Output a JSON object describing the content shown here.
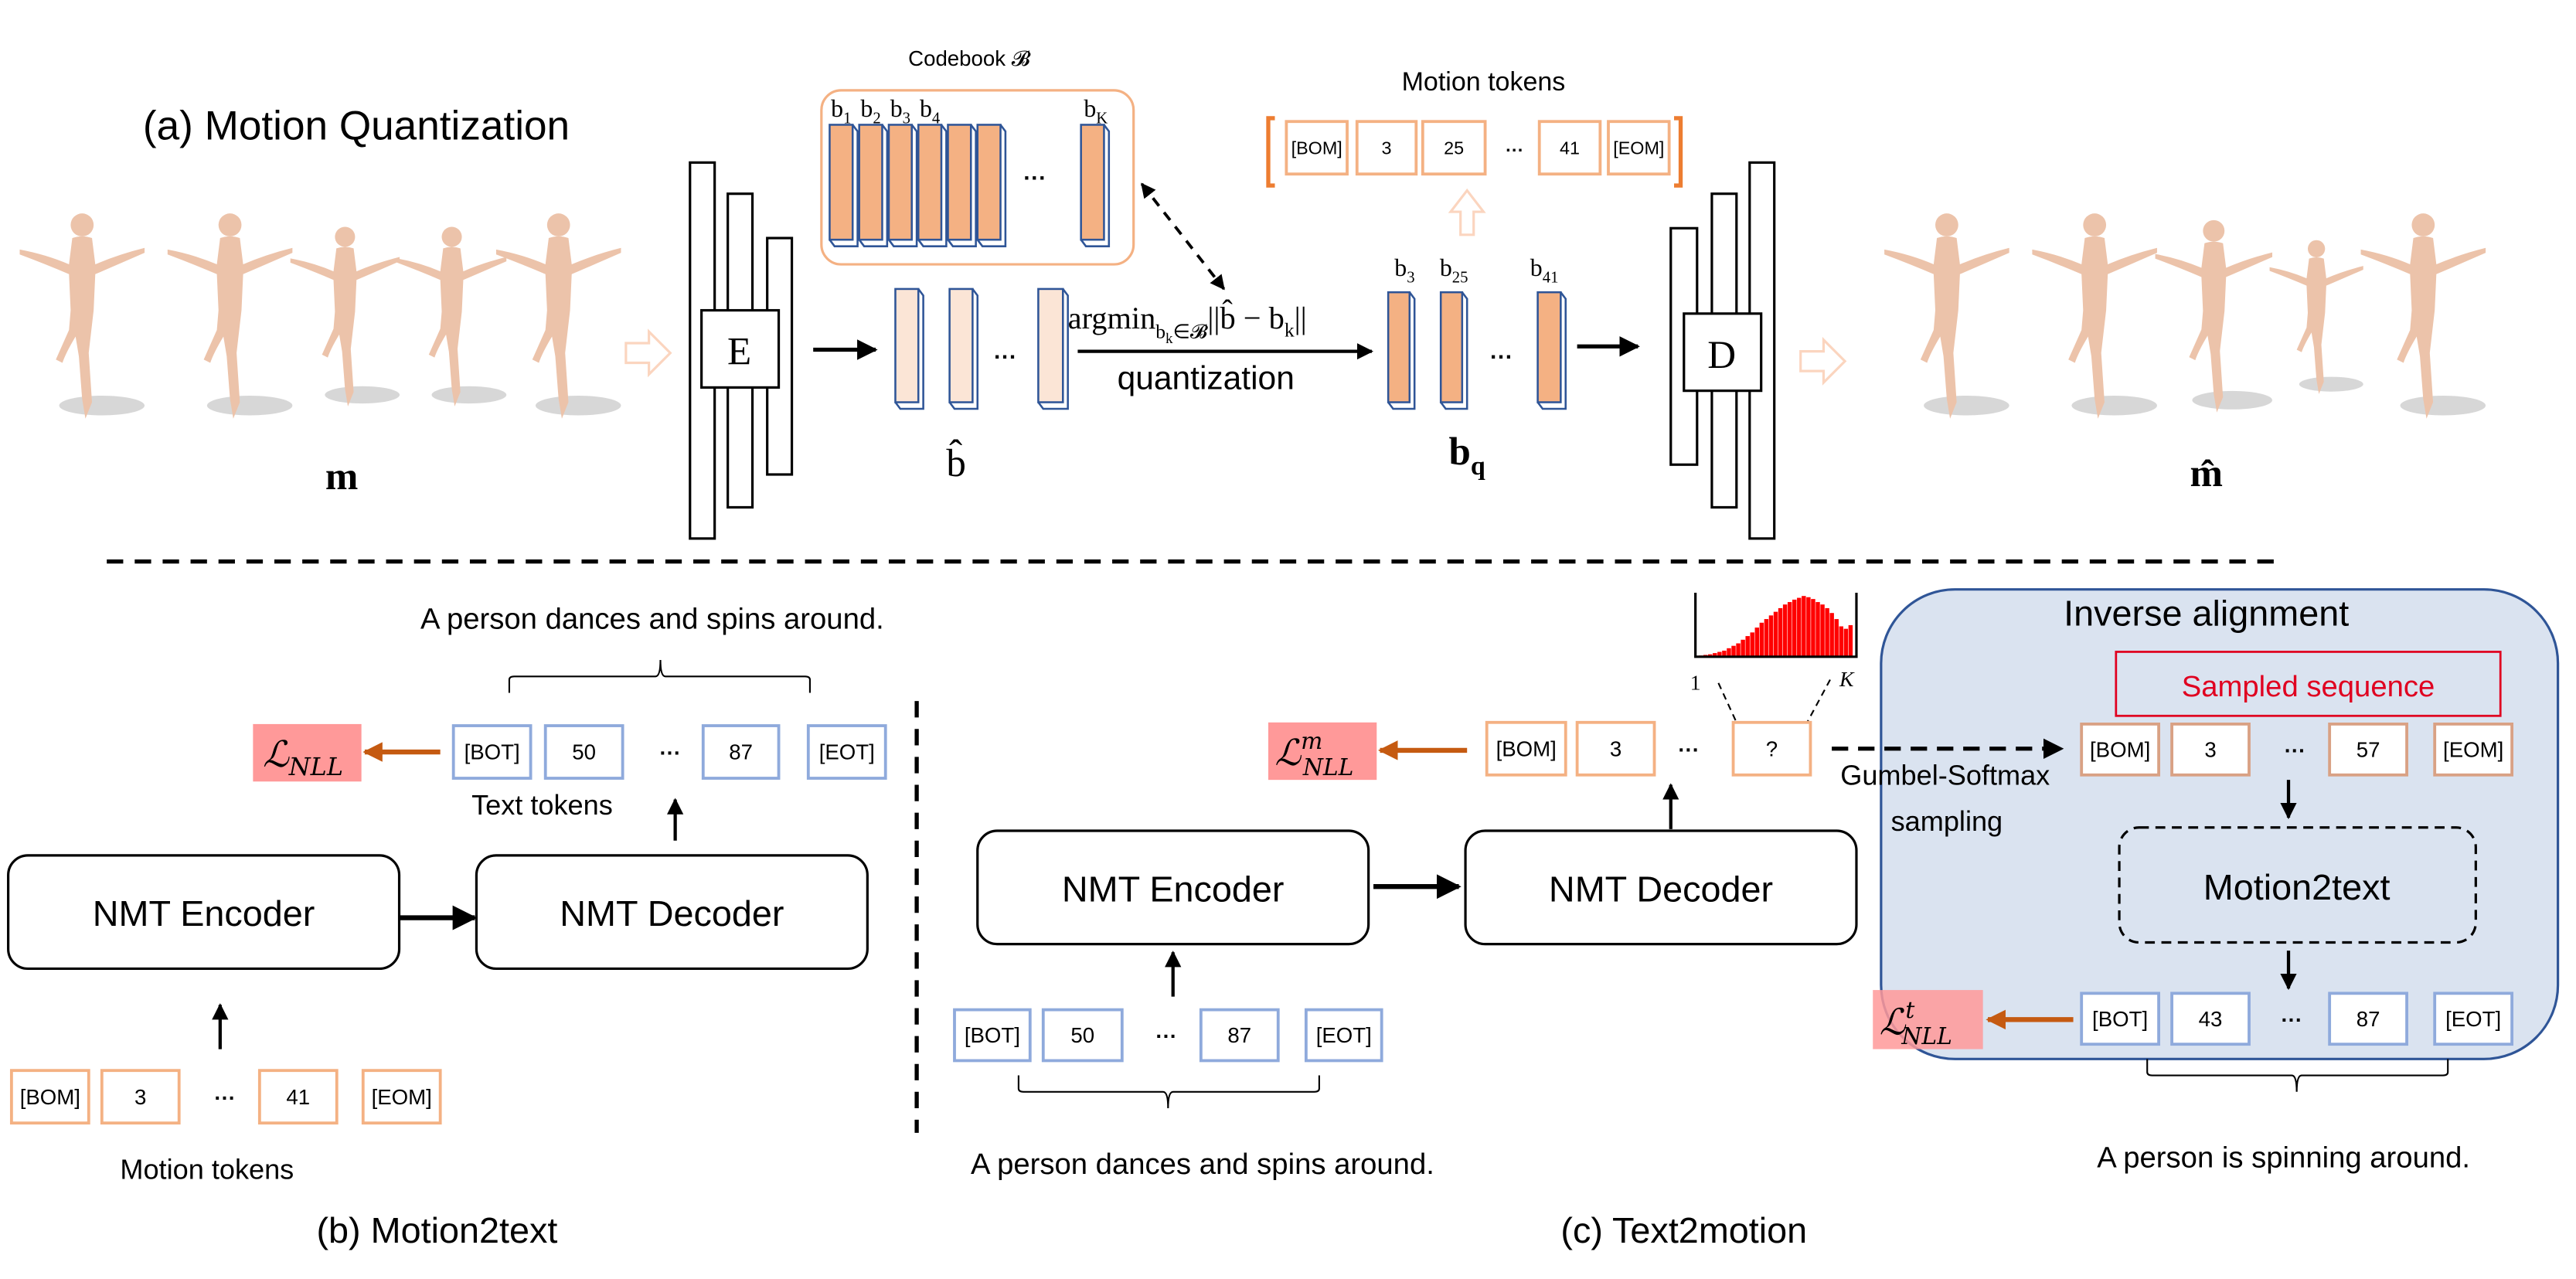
{
  "colors": {
    "motion_token_border": "#f4b183",
    "text_token_border": "#8faadc",
    "codebook_fill": "#f4b183",
    "codebook_edge": "#2f5597",
    "bhat_fill": "#fbe5d6",
    "loss_fill": "#ff9999",
    "loss_fill_inside": "#e8878f",
    "loss_arrow": "#c55a11",
    "inverse_alignment_fill": "#dae3f0",
    "inverse_alignment_border": "#2f5597",
    "sampled_sequence_red": "#e00020",
    "histogram_red": "#ff0000",
    "figure_skin": "#e9b99c"
  },
  "part_a": {
    "title": "(a) Motion Quantization",
    "input_label": "m",
    "output_label": "m̂",
    "encoder_label": "E",
    "decoder_label": "D",
    "codebook_label": "Codebook 𝓑",
    "codebook_entries": [
      {
        "base": "b",
        "sub": "1"
      },
      {
        "base": "b",
        "sub": "2"
      },
      {
        "base": "b",
        "sub": "3"
      },
      {
        "base": "b",
        "sub": "4"
      },
      {
        "base": "b",
        "sub": "K"
      }
    ],
    "ellipsis": "···",
    "bhat_label": "b̂",
    "argmin": {
      "op": "argmin",
      "sub": "b",
      "subsub": "k",
      "sub_rest": "∈𝓑",
      "expr": "||b̂ − b",
      "expr_sub": "k",
      "expr_end": "||"
    },
    "quantization_label": "quantization",
    "quantized_entries": [
      {
        "base": "b",
        "sub": "3"
      },
      {
        "base": "b",
        "sub": "25"
      },
      {
        "base": "b",
        "sub": "41"
      }
    ],
    "bq_label": {
      "base": "b",
      "sub": "q"
    },
    "motion_tokens_label": "Motion tokens",
    "motion_tokens": [
      "[BOM]",
      "3",
      "25",
      "···",
      "41",
      "[EOM]"
    ]
  },
  "part_b": {
    "title": "(b) Motion2text",
    "caption": "A person dances and spins around.",
    "loss": {
      "base": "ℒ",
      "sub": "NLL"
    },
    "text_tokens": [
      "[BOT]",
      "50",
      "···",
      "87",
      "[EOT]"
    ],
    "text_tokens_label": "Text tokens",
    "encoder": "NMT Encoder",
    "decoder": "NMT Decoder",
    "motion_tokens": [
      "[BOM]",
      "3",
      "···",
      "41",
      "[EOM]"
    ],
    "motion_tokens_label": "Motion tokens"
  },
  "part_c": {
    "title": "(c) Text2motion",
    "loss_m": {
      "base": "ℒ",
      "sup": "m",
      "sub": "NLL"
    },
    "generated_tokens": [
      "[BOM]",
      "3",
      "···",
      "?"
    ],
    "histogram": {
      "x_start": "1",
      "x_end": "K",
      "values": [
        0.02,
        0.03,
        0.04,
        0.06,
        0.08,
        0.1,
        0.14,
        0.18,
        0.22,
        0.28,
        0.34,
        0.4,
        0.48,
        0.56,
        0.62,
        0.68,
        0.74,
        0.8,
        0.86,
        0.9,
        0.94,
        0.97,
        1.0,
        0.98,
        0.95,
        0.9,
        0.86,
        0.8,
        0.72,
        0.62,
        0.5,
        0.46,
        0.52
      ]
    },
    "gumbel_label_1": "Gumbel-Softmax",
    "gumbel_label_2": "sampling",
    "encoder": "NMT Encoder",
    "decoder": "NMT Decoder",
    "input_tokens": [
      "[BOT]",
      "50",
      "···",
      "87",
      "[EOT]"
    ],
    "caption": "A person dances and spins around.",
    "inverse_alignment": {
      "title": "Inverse alignment",
      "sampled_sequence_label": "Sampled sequence",
      "sampled_tokens": [
        "[BOM]",
        "3",
        "···",
        "57",
        "[EOM]"
      ],
      "module": "Motion2text",
      "output_tokens": [
        "[BOT]",
        "43",
        "···",
        "87",
        "[EOT]"
      ],
      "loss_t": {
        "base": "ℒ",
        "sup": "t",
        "sub": "NLL"
      },
      "caption": "A person is spinning around."
    }
  }
}
